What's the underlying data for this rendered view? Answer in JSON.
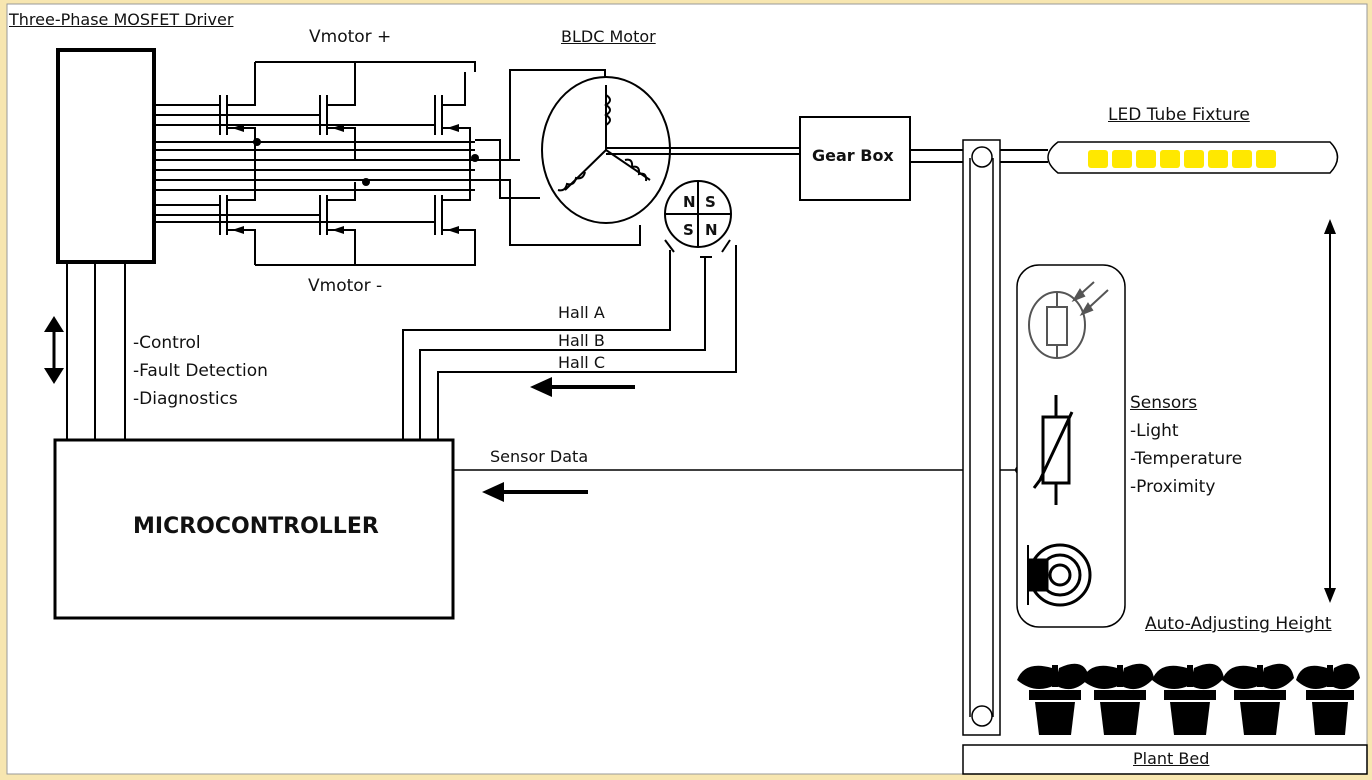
{
  "colors": {
    "frame": "#f7e6b0",
    "background": "#ffffff",
    "line": "#111111",
    "led": "#ffe800"
  },
  "labels": {
    "driver_title": "Three-Phase MOSFET Driver",
    "vmotor_plus": "Vmotor +",
    "vmotor_minus": "Vmotor -",
    "bldc_motor": "BLDC Motor",
    "gear_box": "Gear Box",
    "led_tube": "LED Tube Fixture",
    "microcontroller": "MICROCONTROLLER",
    "control": "-Control",
    "fault_detection": "-Fault Detection",
    "diagnostics": "-Diagnostics",
    "hall_a": "Hall A",
    "hall_b": "Hall B",
    "hall_c": "Hall C",
    "sensor_data": "Sensor Data",
    "sensors": "Sensors",
    "sensor_light": "-Light",
    "sensor_temperature": "-Temperature",
    "sensor_proximity": "-Proximity",
    "auto_adjusting_height": "Auto-Adjusting Height",
    "plant_bed": "Plant Bed",
    "magnet_n1": "N",
    "magnet_s1": "S",
    "magnet_s2": "S",
    "magnet_n2": "N"
  }
}
